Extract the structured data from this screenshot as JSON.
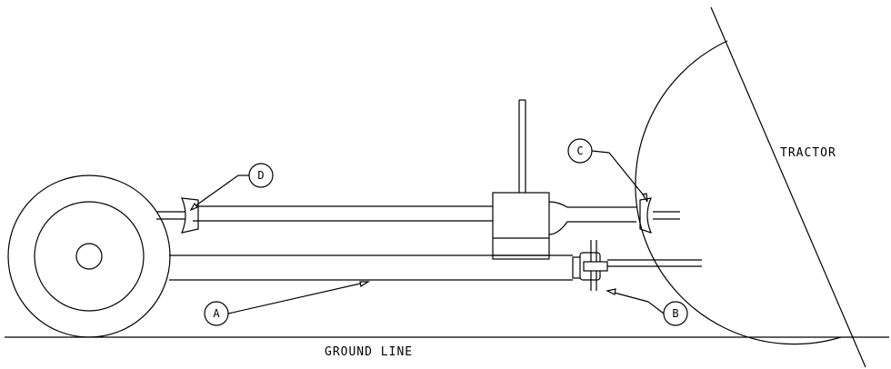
{
  "labels": {
    "tractor": "TRACTOR",
    "ground_line": "GROUND LINE"
  },
  "callouts": {
    "a": "A",
    "b": "B",
    "c": "C",
    "d": "D"
  }
}
